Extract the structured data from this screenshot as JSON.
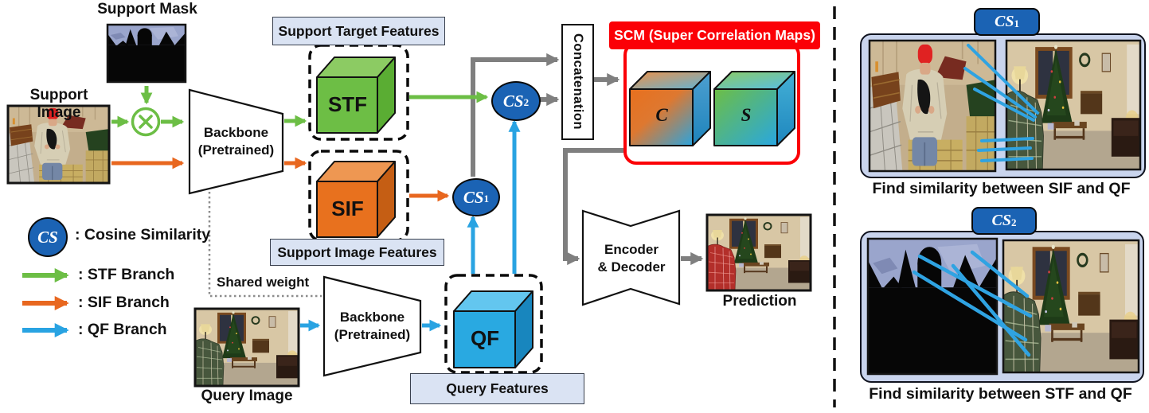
{
  "nodes": {
    "support_mask": "Support Mask",
    "support_image": "Support Image",
    "query_image": "Query Image",
    "prediction": "Prediction",
    "backbone1_line1": "Backbone",
    "backbone1_line2": "(Pretrained)",
    "backbone2_line1": "Backbone",
    "backbone2_line2": "(Pretrained)",
    "stf": "STF",
    "sif": "SIF",
    "qf": "QF",
    "support_target_features": "Support Target Features",
    "support_image_features": "Support Image Features",
    "query_features": "Query Features",
    "concatenation": "Concatenation",
    "shared_weight": "Shared weight",
    "encoder_decoder_line1": "Encoder",
    "encoder_decoder_line2": "& Decoder",
    "scm_title": "SCM (Super Correlation Maps)",
    "c_cube": "C",
    "s_cube": "S",
    "cs1_base": "CS",
    "cs1_sub": "1",
    "cs2_base": "CS",
    "cs2_sub": "2"
  },
  "legend": {
    "cs_symbol": "CS",
    "cs_label": ": Cosine Similarity",
    "stf_branch": ": STF Branch",
    "sif_branch": ": SIF Branch",
    "qf_branch": ": QF Branch"
  },
  "panels": {
    "cs1_badge_base": "CS",
    "cs1_badge_sub": "1",
    "cs1_caption": "Find similarity between SIF and QF",
    "cs2_badge_base": "CS",
    "cs2_badge_sub": "2",
    "cs2_caption": "Find similarity between STF and QF"
  },
  "colors": {
    "stf_branch_green": "#6CBE45",
    "sif_branch_orange": "#E8671F",
    "qf_branch_blue": "#29A3E2",
    "cs_node_blue": "#1B63B4",
    "scm_red": "#FB0006",
    "label_box_fill": "#DAE3F3",
    "panel_fill": "#C9D4ED",
    "arrow_gray": "#7F7F7F"
  }
}
